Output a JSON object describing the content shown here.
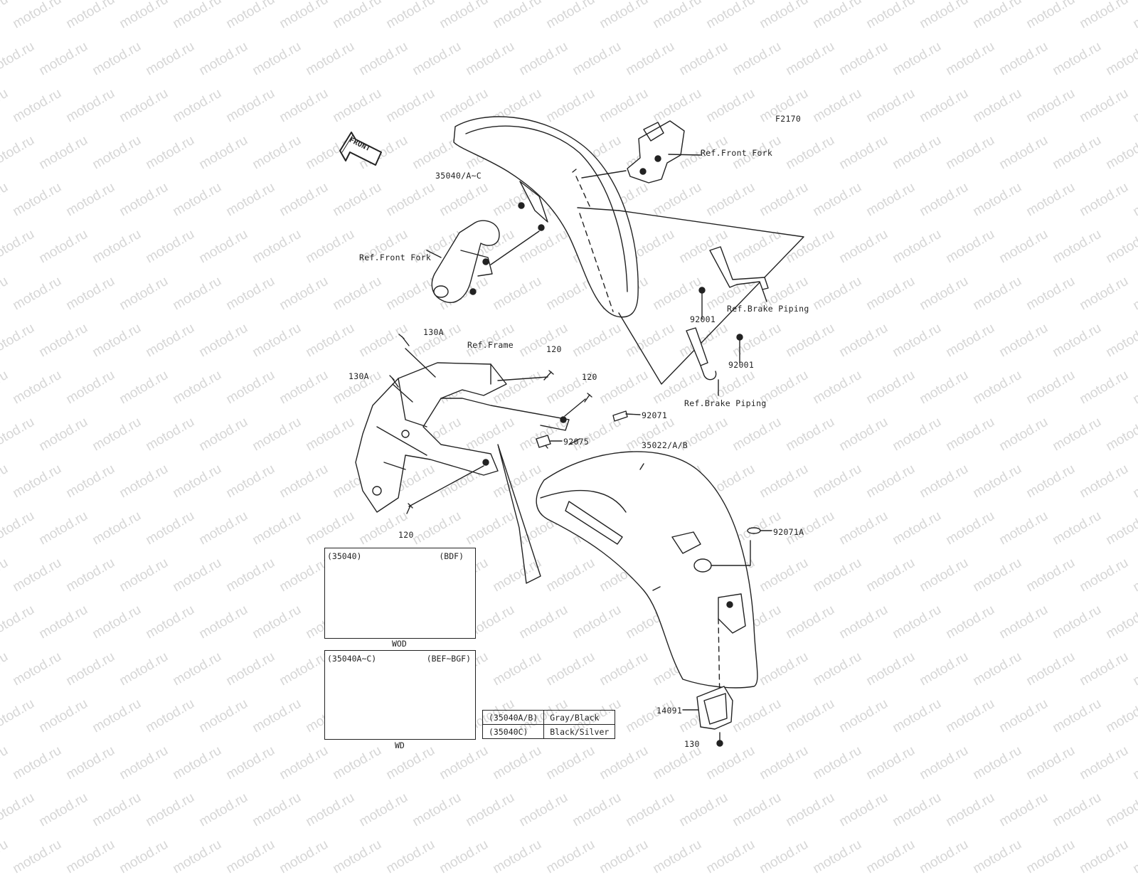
{
  "watermark": "motod.ru",
  "diagram_code": "F2170",
  "front_marker": "FRONT",
  "labels": {
    "front_fender_part": "35040/A~C",
    "ref_front_fork_right": "Ref.Front Fork",
    "ref_front_fork_left": "Ref.Front Fork",
    "bolt_92001_upper": "92001",
    "bolt_92001_lower": "92001",
    "ref_brake_piping_upper": "Ref.Brake Piping",
    "ref_brake_piping_lower": "Ref.Brake Piping",
    "bolt_130a_top": "130A",
    "bolt_130a_left": "130A",
    "ref_frame": "Ref.Frame",
    "bolt_120_a": "120",
    "bolt_120_b": "120",
    "bolt_120_c": "120",
    "part_92071": "92071",
    "part_92075": "92075",
    "rear_fender_part": "35022/A/B",
    "part_92071a": "92071A",
    "part_14091": "14091",
    "bolt_130": "130"
  },
  "variant_box_1": {
    "part": "(35040)",
    "code": "(BDF)",
    "caption": "WOD"
  },
  "variant_box_2": {
    "part": "(35040A~C)",
    "code": "(BEF~BGF)",
    "caption": "WD"
  },
  "color_table": [
    {
      "part": "(35040A/B)",
      "color": "Gray/Black"
    },
    {
      "part": "(35040C)",
      "color": "Black/Silver"
    }
  ]
}
